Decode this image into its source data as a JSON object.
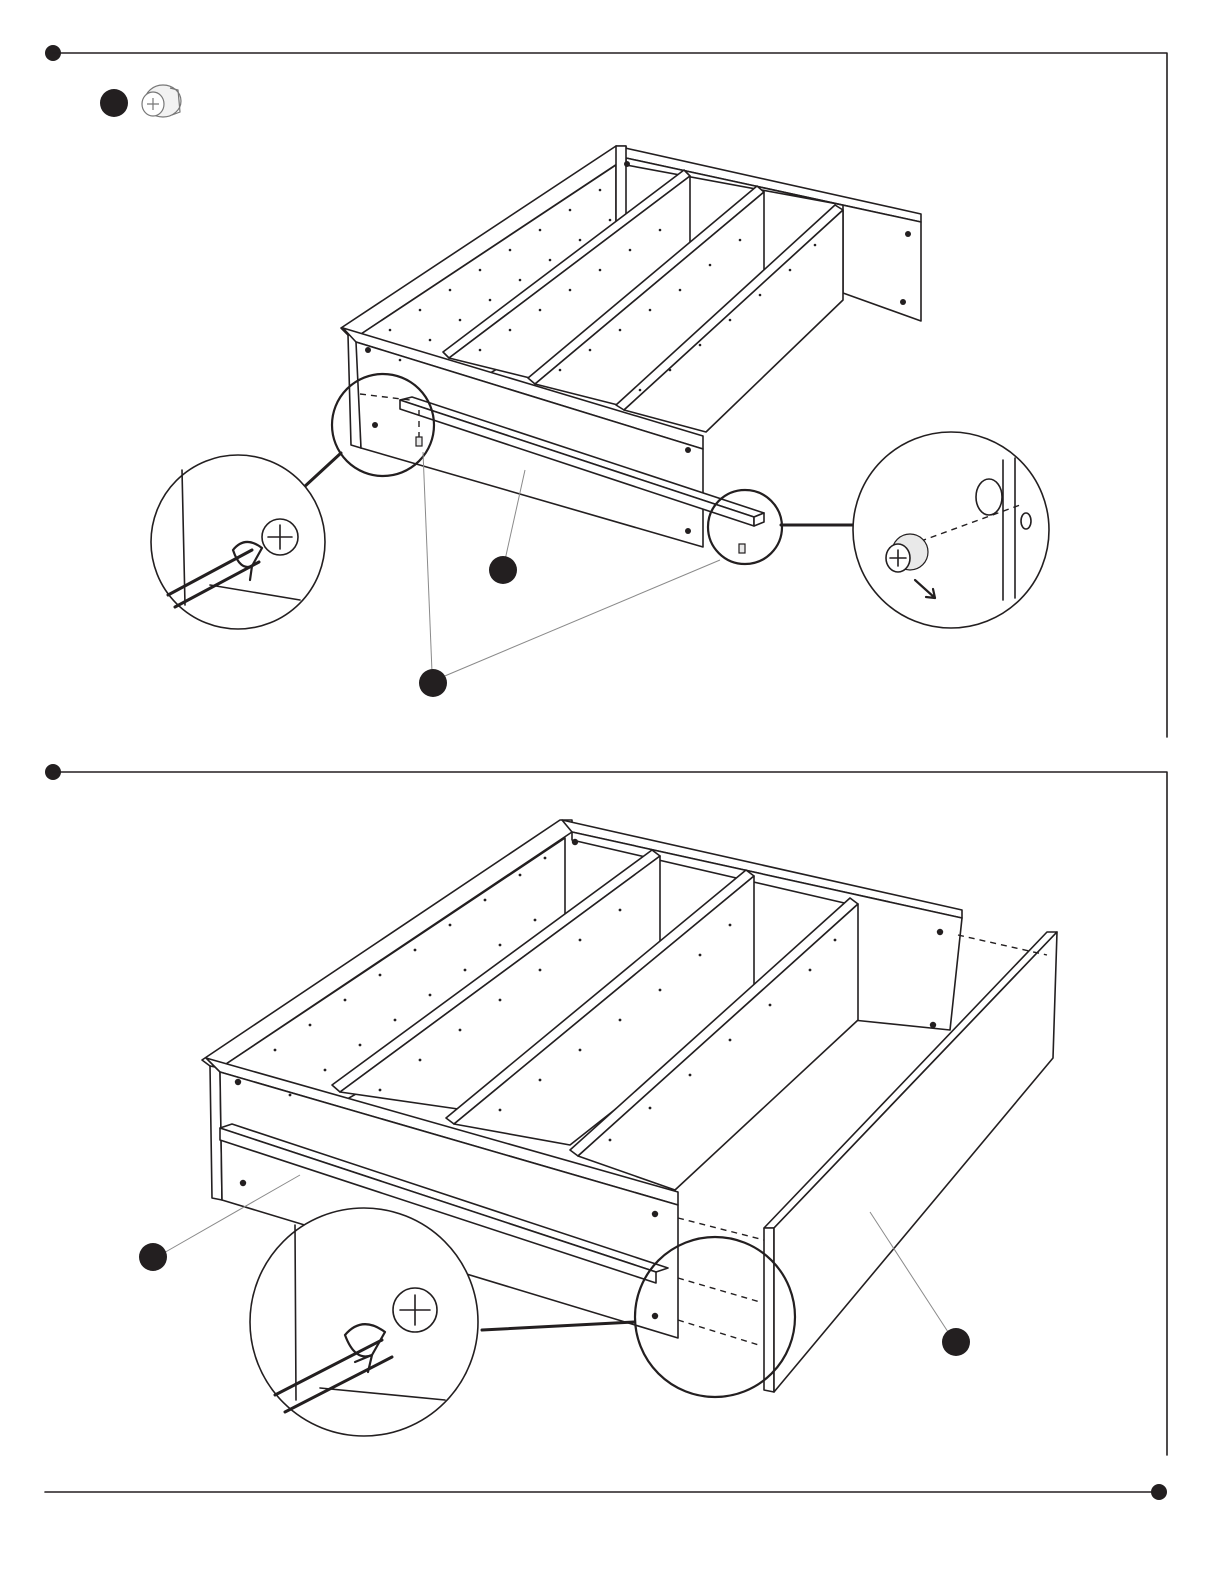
{
  "colors": {
    "ink": "#231f20",
    "leader": "#8a8a8a",
    "paper": "#ffffff",
    "shade": "#e9e9e9"
  },
  "icons": {
    "cam_lock": "cam-lock-fastener-icon",
    "screwdriver": "phillips-screwdriver-icon",
    "step_marker": "step-marker-dot-icon",
    "rotate_arrow": "rotation-arrow-icon"
  },
  "steps": [
    {
      "part_callouts": [
        "",
        "",
        ""
      ],
      "zoom_callouts": [
        "screwdriver-turning-cam-lock",
        "cam-lock-insertion-into-hole"
      ]
    },
    {
      "part_callouts": [
        "",
        ""
      ],
      "zoom_callouts": [
        "screwdriver-turning-cam-lock"
      ]
    }
  ]
}
